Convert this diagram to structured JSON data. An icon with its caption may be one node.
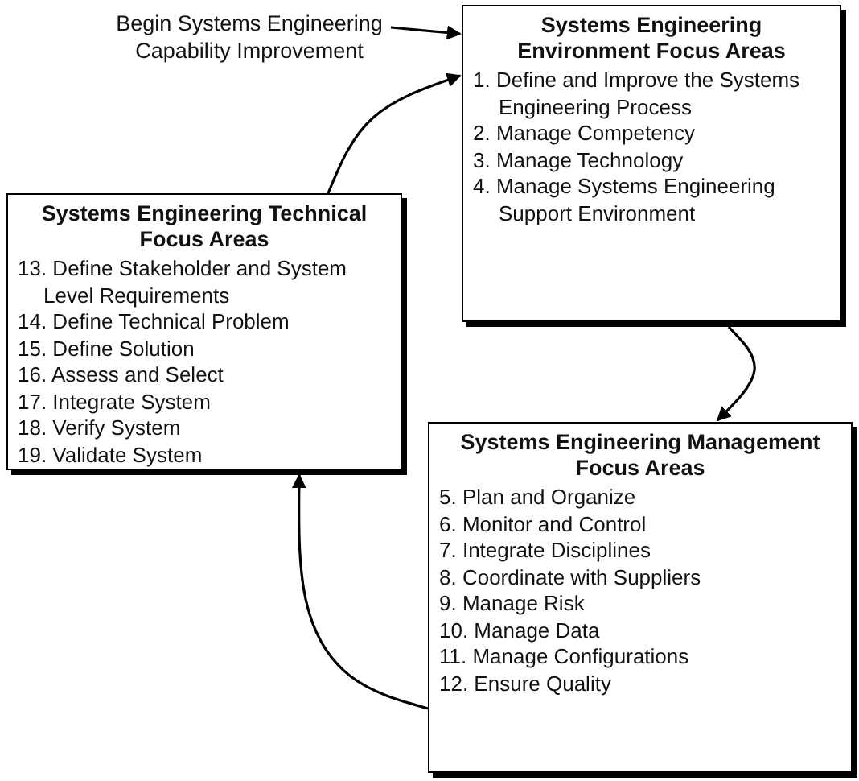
{
  "diagram": {
    "nodes": [
      {
        "text": [
          "Begin Systems Engineering Capability Improvement"
        ]
      },
      {
        "text": [
          "Systems Engineering Environment Focus Areas",
          "1. Define and Improve the Systems Engineering Process",
          "2. Manage Competency",
          "3. Manage Technology",
          "4. Manage Systems Engineering Support Environment"
        ]
      },
      {
        "text": [
          "Systems Engineering Technical Focus Areas",
          "13. Define Stakeholder and System Level Requirements",
          "14. Define Technical Problem",
          "15. Define Solution",
          "16. Assess and Select",
          "17. Integrate System",
          "18. Verify System",
          "19. Validate System"
        ]
      },
      {
        "text": [
          "Systems Engineering Management Focus Areas",
          "5. Plan and Organize",
          "6. Monitor and Control",
          "7. Integrate Disciplines",
          "8. Coordinate with Suppliers",
          "9. Manage Risk",
          "10. Manage Data",
          "11. Manage Configurations",
          "12. Ensure Quality"
        ]
      }
    ],
    "edges": [
      {
        "from": 0,
        "to": 1,
        "arrow": "to"
      },
      {
        "from": 2,
        "to": 1,
        "arrow": "to"
      },
      {
        "from": 1,
        "to": 3,
        "arrow": "to"
      },
      {
        "from": 3,
        "to": 2,
        "arrow": "to"
      }
    ]
  }
}
